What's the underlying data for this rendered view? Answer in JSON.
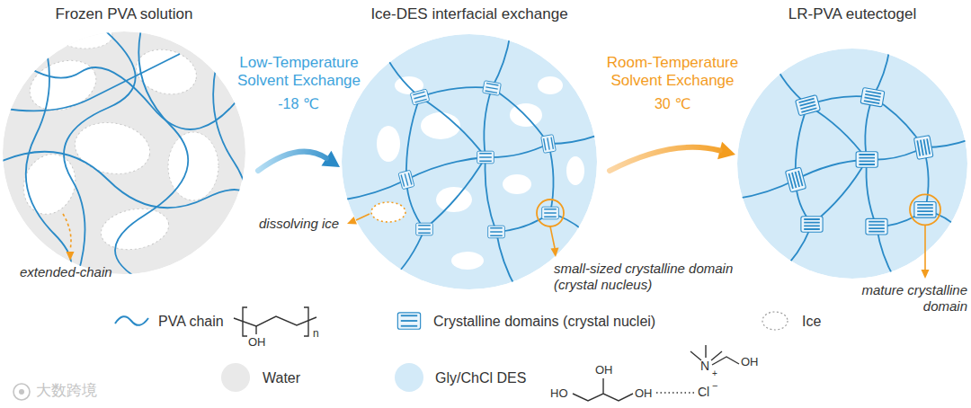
{
  "diagram": {
    "nodes": [
      {
        "text": [
          "Frozen PVA solution",
          "extended-chain"
        ]
      },
      {
        "text": [
          "Ice-DES interfacial exchange",
          "dissolving ice",
          "small-sized crystalline domain (crystal nucleus)"
        ]
      },
      {
        "text": [
          "LR-PVA eutectogel",
          "mature crystalline domain"
        ]
      }
    ],
    "edges": [
      {
        "from": 0,
        "to": 1,
        "arrow": "to",
        "label": "Low-Temperature Solvent Exchange"
      },
      {
        "from": 1,
        "to": 2,
        "arrow": "to",
        "label": "Room-Temperature Solvent Exchange"
      }
    ],
    "labels": [
      "-18 ℃",
      "30 ℃",
      "OH",
      "n",
      "HO",
      "OH",
      "OH",
      "N",
      "+",
      "Cl",
      "−",
      "OH",
      "大数跨境"
    ],
    "legend": [
      {
        "text": "PVA chain"
      },
      {
        "text": "Crystalline domains (crystal nuclei)"
      },
      {
        "text": "Ice"
      },
      {
        "text": "Water",
        "color": "#e9e9e9"
      },
      {
        "text": "Gly/ChCl DES",
        "color": "#d3eaf8"
      }
    ]
  }
}
